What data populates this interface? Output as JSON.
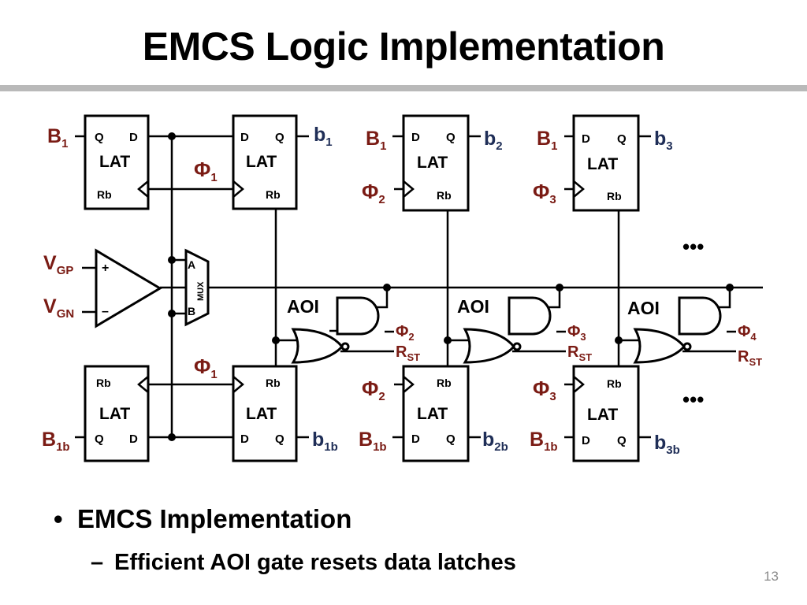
{
  "slide": {
    "title": "EMCS Logic Implementation",
    "page_number": "13"
  },
  "bullets": {
    "level1": "EMCS Implementation",
    "level2": "Efficient AOI gate resets data latches"
  },
  "diagram": {
    "latch_name": "LAT",
    "pin_q": "Q",
    "pin_d": "D",
    "pin_rb": "Rb",
    "aoi_label": "AOI",
    "mux_label": "MUX",
    "mux_in_a": "A",
    "mux_in_b": "B",
    "comp_plus": "+",
    "comp_minus": "–",
    "phi": "Φ",
    "r": "R",
    "st": "ST",
    "ellipsis": "•••",
    "vgp_main": "V",
    "vgp_sub": "GP",
    "vgn_main": "V",
    "vgn_sub": "GN",
    "B_main": "B",
    "b_main": "b",
    "sub_1": "1",
    "sub_2": "2",
    "sub_3": "3",
    "sub_4": "4",
    "sub_1b": "1b",
    "sub_2b": "2b",
    "sub_3b": "3b"
  },
  "colors": {
    "input_label": "#7a1b14",
    "output_label": "#1f2e57",
    "title_rule": "#b9b9b9"
  }
}
